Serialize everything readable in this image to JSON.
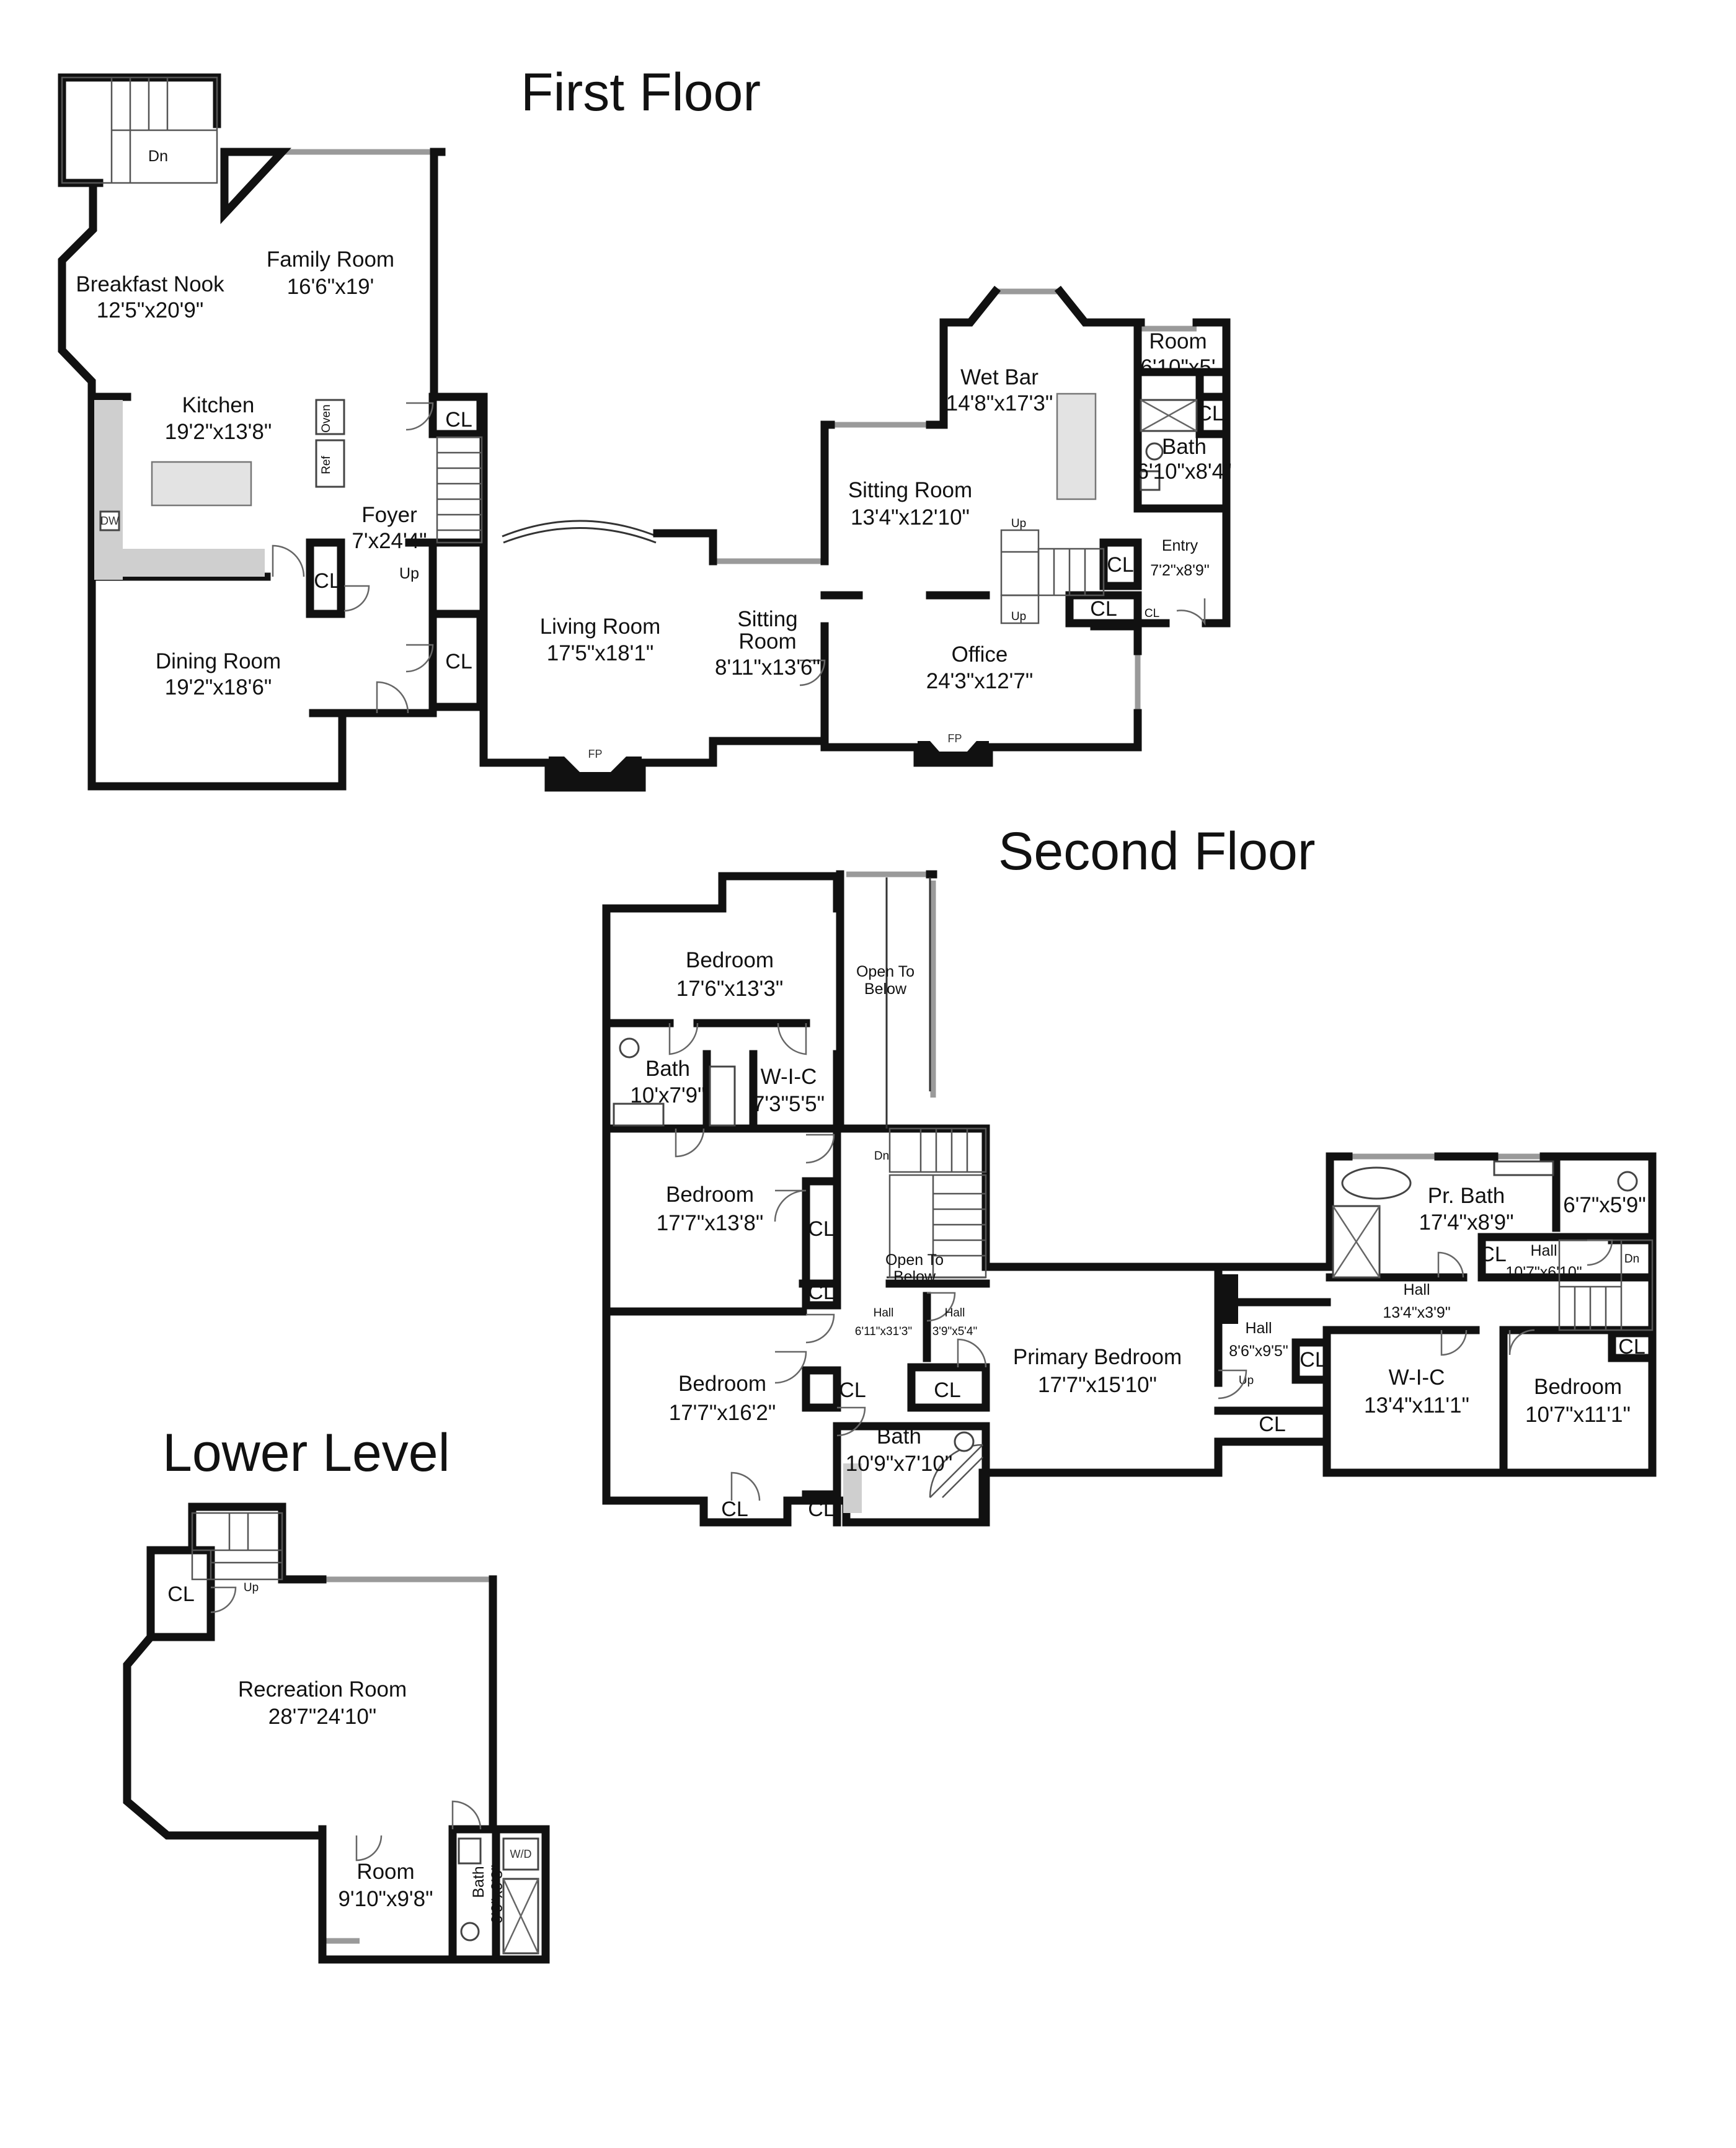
{
  "floors": {
    "first": "First Floor",
    "second": "Second Floor",
    "lower": "Lower Level"
  },
  "labels": {
    "dn": "Dn",
    "up": "Up",
    "fp": "FP",
    "cl": "CL",
    "oven": "Oven",
    "ref": "Ref",
    "dw": "DW",
    "wd": "W/D"
  },
  "rooms": {
    "f_breakfast": {
      "name": "Breakfast Nook",
      "dims": "12'5\"x20'9\""
    },
    "f_family": {
      "name": "Family Room",
      "dims": "16'6\"x19'"
    },
    "f_kitchen": {
      "name": "Kitchen",
      "dims": "19'2\"x13'8\""
    },
    "f_foyer": {
      "name": "Foyer",
      "dims": "7'x24'4\""
    },
    "f_dining": {
      "name": "Dining Room",
      "dims": "19'2\"x18'6\""
    },
    "f_living": {
      "name": "Living Room",
      "dims": "17'5\"x18'1\""
    },
    "f_sitting_small": {
      "name1": "Sitting",
      "name2": "Room",
      "dims": "8'11\"x13'6\""
    },
    "f_sitting": {
      "name": "Sitting Room",
      "dims": "13'4\"x12'10\""
    },
    "f_wetbar": {
      "name": "Wet Bar",
      "dims": "14'8\"x17'3\""
    },
    "f_room": {
      "name": "Room",
      "dims": "6'10\"x5'"
    },
    "f_bath": {
      "name": "Bath",
      "dims": "6'10\"x8'4\""
    },
    "f_entry": {
      "name": "Entry",
      "dims": "7'2\"x8'9\""
    },
    "f_office": {
      "name": "Office",
      "dims": "24'3\"x12'7\""
    },
    "s_bed1": {
      "name": "Bedroom",
      "dims": "17'6\"x13'3\""
    },
    "s_bath1": {
      "name": "Bath",
      "dims": "10'x7'9\""
    },
    "s_wic1": {
      "name": "W-I-C",
      "dims": "7'3\"5'5\""
    },
    "s_open1": {
      "name1": "Open To",
      "name2": "Below"
    },
    "s_bed2": {
      "name": "Bedroom",
      "dims": "17'7\"x13'8\""
    },
    "s_open2": {
      "name1": "Open To",
      "name2": "Below"
    },
    "s_hall1": {
      "name": "Hall",
      "dims": "6'11\"x31'3\""
    },
    "s_hall2": {
      "name": "Hall",
      "dims": "3'9\"x5'4\""
    },
    "s_bed3": {
      "name": "Bedroom",
      "dims": "17'7\"x16'2\""
    },
    "s_bath2": {
      "name": "Bath",
      "dims": "10'9\"x7'10\""
    },
    "s_primary": {
      "name": "Primary Bedroom",
      "dims": "17'7\"x15'10\""
    },
    "s_hall3": {
      "name": "Hall",
      "dims": "8'6\"x9'5\""
    },
    "s_hall4": {
      "name": "Hall",
      "dims": "13'4\"x3'9\""
    },
    "s_hall5": {
      "name": "Hall",
      "dims": "10'7\"x6'10\""
    },
    "s_prbath": {
      "name": "Pr. Bath",
      "dims": "17'4\"x8'9\""
    },
    "s_wc": {
      "dims": "6'7\"x5'9\""
    },
    "s_wic2": {
      "name": "W-I-C",
      "dims": "13'4\"x11'1\""
    },
    "s_bed4": {
      "name": "Bedroom",
      "dims": "10'7\"x11'1\""
    },
    "l_rec": {
      "name": "Recreation Room",
      "dims": "28'7\"24'10\""
    },
    "l_room": {
      "name": "Room",
      "dims": "9'10\"x9'8\""
    },
    "l_bath": {
      "name": "Bath",
      "dims": "6'9\"x9'8\""
    }
  }
}
